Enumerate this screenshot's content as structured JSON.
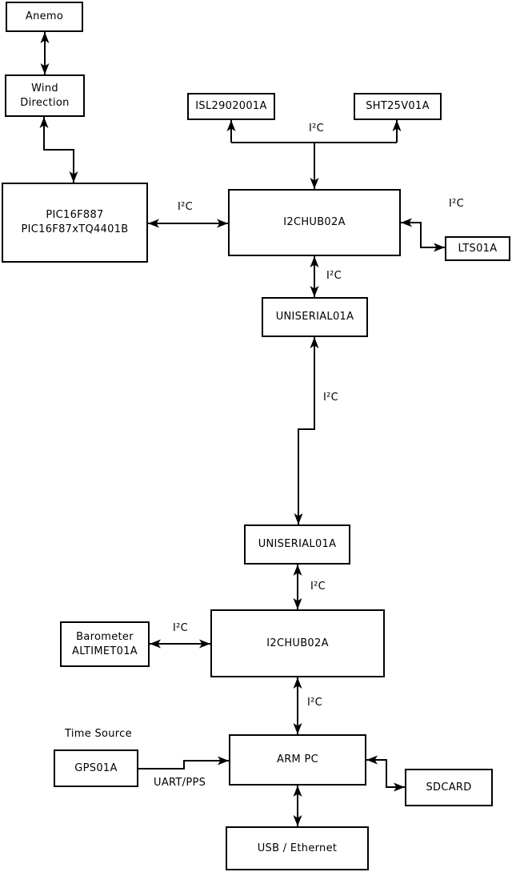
{
  "diagram": {
    "labels": {
      "i2c": "I²C",
      "uart_pps": "UART/PPS",
      "time_source": "Time Source"
    },
    "nodes": {
      "anemo": {
        "label": "Anemo"
      },
      "wind_direction": {
        "lines": [
          "Wind",
          "Direction"
        ]
      },
      "pic": {
        "lines": [
          "PIC16F887",
          "PIC16F87xTQ4401B"
        ]
      },
      "isl": {
        "label": "ISL2902001A"
      },
      "sht": {
        "label": "SHT25V01A"
      },
      "i2c_hub_top": {
        "label": "I2CHUB02A"
      },
      "lts": {
        "label": "LTS01A"
      },
      "uniserial_top": {
        "label": "UNISERIAL01A"
      },
      "uniserial_bottom": {
        "label": "UNISERIAL01A"
      },
      "i2c_hub_bottom": {
        "label": "I2CHUB02A"
      },
      "barometer": {
        "lines": [
          "Barometer",
          "ALTIMET01A"
        ]
      },
      "gps": {
        "label": "GPS01A"
      },
      "arm_pc": {
        "label": "ARM PC"
      },
      "sdcard": {
        "label": "SDCARD"
      },
      "usb_ethernet": {
        "label": "USB / Ethernet"
      }
    },
    "edges": [
      {
        "from": "Anemo",
        "to": "Wind Direction",
        "arrows": "both",
        "label": ""
      },
      {
        "from": "Wind Direction",
        "to": "PIC16F887 PIC16F87xTQ4401B",
        "arrows": "both",
        "label": ""
      },
      {
        "from": "PIC16F887 PIC16F87xTQ4401B",
        "to": "I2CHUB02A (top)",
        "arrows": "both",
        "label": "I²C"
      },
      {
        "from": "I2CHUB02A (top)",
        "to": "ISL2902001A",
        "arrows": "end",
        "label": "I²C"
      },
      {
        "from": "I2CHUB02A (top)",
        "to": "SHT25V01A",
        "arrows": "end",
        "label": "I²C"
      },
      {
        "from": "I2CHUB02A (top)",
        "to": "LTS01A",
        "arrows": "both",
        "label": "I²C"
      },
      {
        "from": "I2CHUB02A (top)",
        "to": "UNISERIAL01A (top)",
        "arrows": "both",
        "label": "I²C"
      },
      {
        "from": "UNISERIAL01A (top)",
        "to": "UNISERIAL01A (bottom)",
        "arrows": "both",
        "label": "I²C"
      },
      {
        "from": "UNISERIAL01A (bottom)",
        "to": "I2CHUB02A (bottom)",
        "arrows": "both",
        "label": "I²C"
      },
      {
        "from": "Barometer ALTIMET01A",
        "to": "I2CHUB02A (bottom)",
        "arrows": "both",
        "label": "I²C"
      },
      {
        "from": "I2CHUB02A (bottom)",
        "to": "ARM PC",
        "arrows": "both",
        "label": "I²C"
      },
      {
        "from": "GPS01A",
        "to": "ARM PC",
        "arrows": "end",
        "label": "UART/PPS"
      },
      {
        "from": "ARM PC",
        "to": "SDCARD",
        "arrows": "both",
        "label": ""
      },
      {
        "from": "ARM PC",
        "to": "USB / Ethernet",
        "arrows": "both",
        "label": ""
      }
    ],
    "colors": {
      "stroke": "#000000",
      "background": "#ffffff"
    }
  }
}
